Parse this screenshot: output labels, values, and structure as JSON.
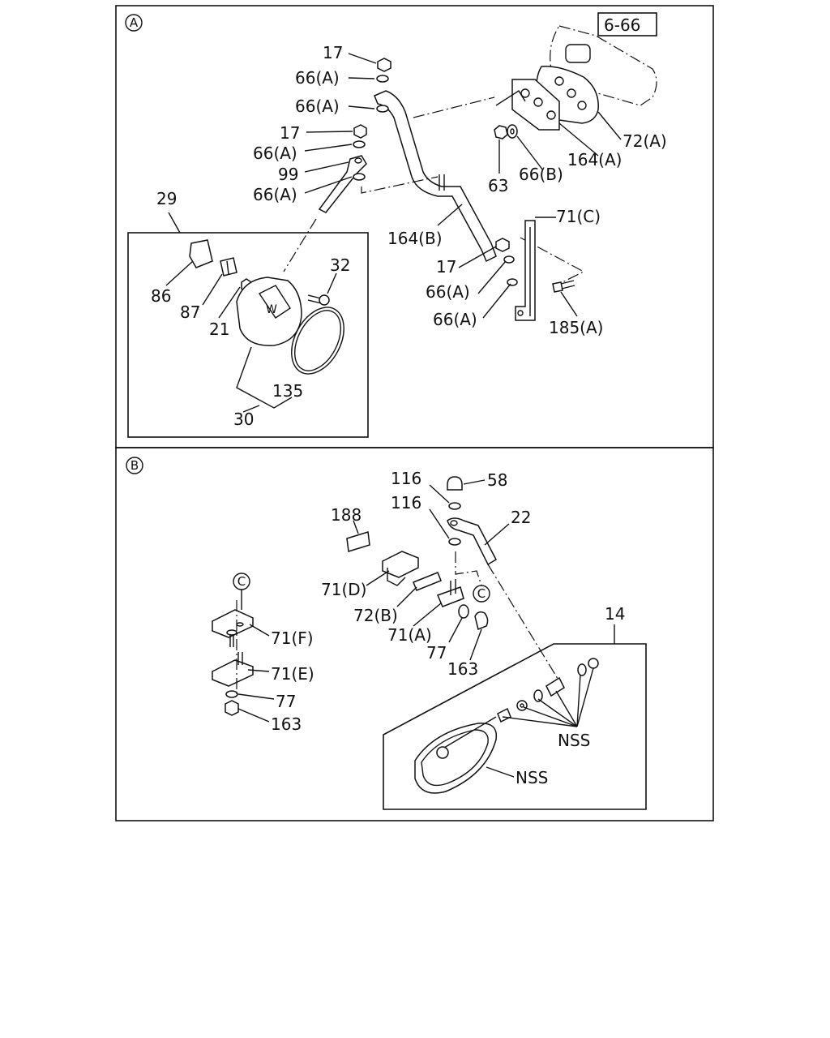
{
  "sections": {
    "a": "A",
    "b": "B",
    "c_ref": "C",
    "c_ref_2": "C"
  },
  "ref_box": "6-66",
  "labels_a": {
    "p17_top": "17",
    "p66a_1": "66(A)",
    "p66a_2": "66(A)",
    "p17_mid": "17",
    "p66a_3": "66(A)",
    "p99": "99",
    "p66a_4": "66(A)",
    "p29": "29",
    "p32": "32",
    "p86": "86",
    "p87": "87",
    "p21": "21",
    "p135": "135",
    "p30": "30",
    "p72a": "72(A)",
    "p164a": "164(A)",
    "p66b": "66(B)",
    "p63": "63",
    "p71c": "71(C)",
    "p164b": "164(B)",
    "p17_low": "17",
    "p66a_5": "66(A)",
    "p66a_6": "66(A)",
    "p185a": "185(A)"
  },
  "labels_b": {
    "p116_1": "116",
    "p58": "58",
    "p116_2": "116",
    "p22": "22",
    "p188": "188",
    "p71d": "71(D)",
    "p72b": "72(B)",
    "p71a": "71(A)",
    "p77": "77",
    "p163": "163",
    "p14": "14",
    "p71f": "71(F)",
    "p71e": "71(E)",
    "p77_left": "77",
    "p163_left": "163",
    "nss_1": "NSS",
    "nss_2": "NSS"
  }
}
